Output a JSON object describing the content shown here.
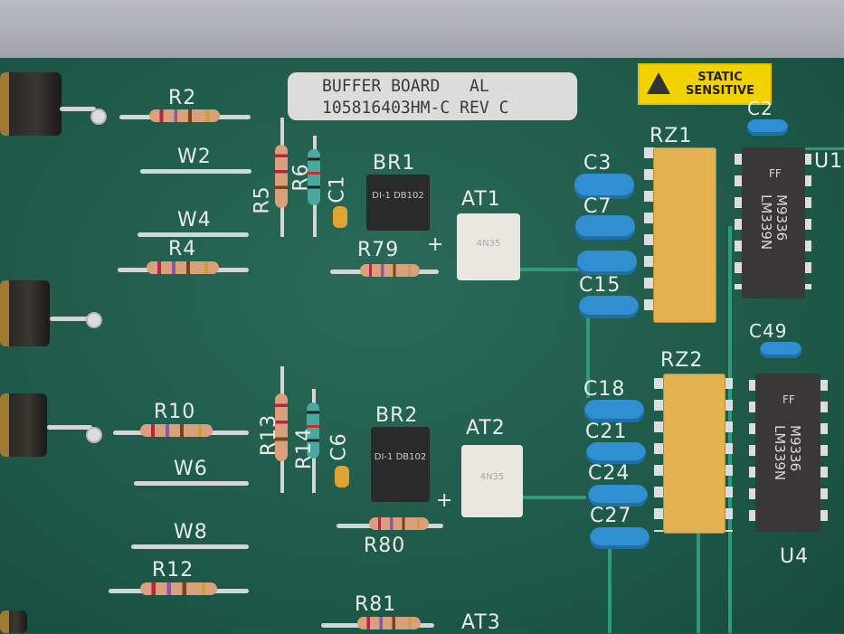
{
  "board_label": {
    "line1": "BUFFER BOARD   AL",
    "line2": "105816403HM-C REV C"
  },
  "warning_sticker": {
    "line1": "STATIC",
    "line2": "SENSITIVE",
    "icon": "esd-warning-icon",
    "color": "#f2d300"
  },
  "silkscreen": {
    "r2": "R2",
    "w2": "W2",
    "w4": "W4",
    "r4": "R4",
    "r5": "R5",
    "r6": "R6",
    "c1": "C1",
    "br1": "BR1",
    "at1": "AT1",
    "r79": "R79",
    "plus1": "+",
    "c3": "C3",
    "c7": "C7",
    "c15": "C15",
    "rz1": "RZ1",
    "c2": "C2",
    "u1": "U1",
    "c49": "C49",
    "r10": "R10",
    "r13": "R13",
    "r14": "R14",
    "c6": "C6",
    "br2": "BR2",
    "at2": "AT2",
    "plus2": "+",
    "w6": "W6",
    "w8": "W8",
    "r12": "R12",
    "r80": "R80",
    "r81": "R81",
    "at3": "AT3",
    "c18": "C18",
    "c21": "C21",
    "c24": "C24",
    "c27": "C27",
    "rz2": "RZ2",
    "u4": "U4"
  },
  "chip_markings": {
    "bridge": "DI-1 DB102",
    "opto": "4N35",
    "comparator_line1": "M9336",
    "comparator_line2": "LM339N",
    "comparator_code": "FF"
  },
  "colors": {
    "board": "#1f5a4b",
    "blue_capacitor": "#2f8fd0",
    "resistor_network": "#e3b14f"
  }
}
